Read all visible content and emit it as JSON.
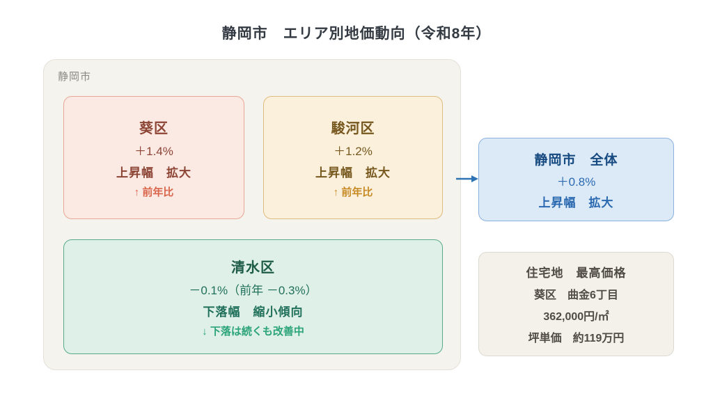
{
  "page_title": "静岡市　エリア別地価動向（令和8年）",
  "group": {
    "label": "静岡市",
    "areas": [
      {
        "name": "葵区",
        "rate": "＋1.4%",
        "trend": "上昇幅　拡大",
        "note": "↑ 前年比"
      },
      {
        "name": "駿河区",
        "rate": "＋1.2%",
        "trend": "上昇幅　拡大",
        "note": "↑ 前年比"
      },
      {
        "name": "清水区",
        "rate": "－0.1%（前年 －0.3%）",
        "trend": "下落幅　縮小傾向",
        "note": "↓ 下落は続くも改善中"
      }
    ]
  },
  "summary": {
    "name": "静岡市　全体",
    "rate": "＋0.8%",
    "trend": "上昇幅　拡大"
  },
  "price": {
    "title": "住宅地　最高価格",
    "location": "葵区　曲金6丁目",
    "price_per_sqm": "362,000円/㎡",
    "price_per_tsubo": "坪単価　約119万円"
  },
  "colors": {
    "aoi_accent": "#d9664a",
    "aoi_text": "#8c4434",
    "aoi_bg": "#fbe9e4",
    "suruga_accent": "#c78a26",
    "suruga_text": "#76571e",
    "suruga_bg": "#fbf0db",
    "shimizu_accent": "#2ba478",
    "shimizu_text": "#20705a",
    "shimizu_bg": "#dff0e8",
    "summary_text": "#174a80",
    "summary_bg": "#dceaf8",
    "arrow": "#2e74b5",
    "group_bg": "#f5f3ed",
    "price_bg": "#f4f1ea"
  }
}
